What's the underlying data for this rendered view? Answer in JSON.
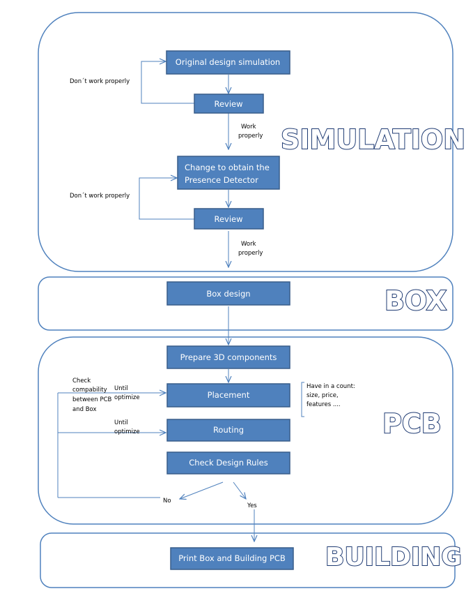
{
  "stages": {
    "simulation": "SIMULATION",
    "box": "BOX",
    "pcb": "PCB",
    "building": "BUILDING"
  },
  "steps": {
    "original_design_simulation": "Original design simulation",
    "review_1": "Review",
    "change_line1": "Change to obtain  the",
    "change_line2": "Presence Detector",
    "review_2": "Review",
    "box_design": "Box design",
    "prepare_3d": "Prepare 3D components",
    "placement": "Placement",
    "routing": "Routing",
    "check_design_rules": "Check Design Rules",
    "print_box": "Print Box and Building PCB"
  },
  "notes": {
    "dont_work_1": "Don´t work properly",
    "work_properly_1_a": "Work",
    "work_properly_1_b": "properly",
    "dont_work_2": "Don´t work properly",
    "work_properly_2_a": "Work",
    "work_properly_2_b": "properly",
    "check_compat_1": "Check",
    "check_compat_2": "compability",
    "check_compat_3": "between PCB",
    "check_compat_4": "and Box",
    "until_1_a": "Until",
    "until_1_b": "optimize",
    "until_2_a": "Until",
    "until_2_b": "optimize",
    "have_in_count_1": "Have in a count:",
    "have_in_count_2": "size, price,",
    "have_in_count_3": "features ....",
    "no": "No",
    "yes": "Yes"
  },
  "colors": {
    "box_fill": "#4f81bd",
    "box_stroke": "#385d8a",
    "container_stroke": "#4f81bd",
    "arrow": "#4f81bd"
  }
}
